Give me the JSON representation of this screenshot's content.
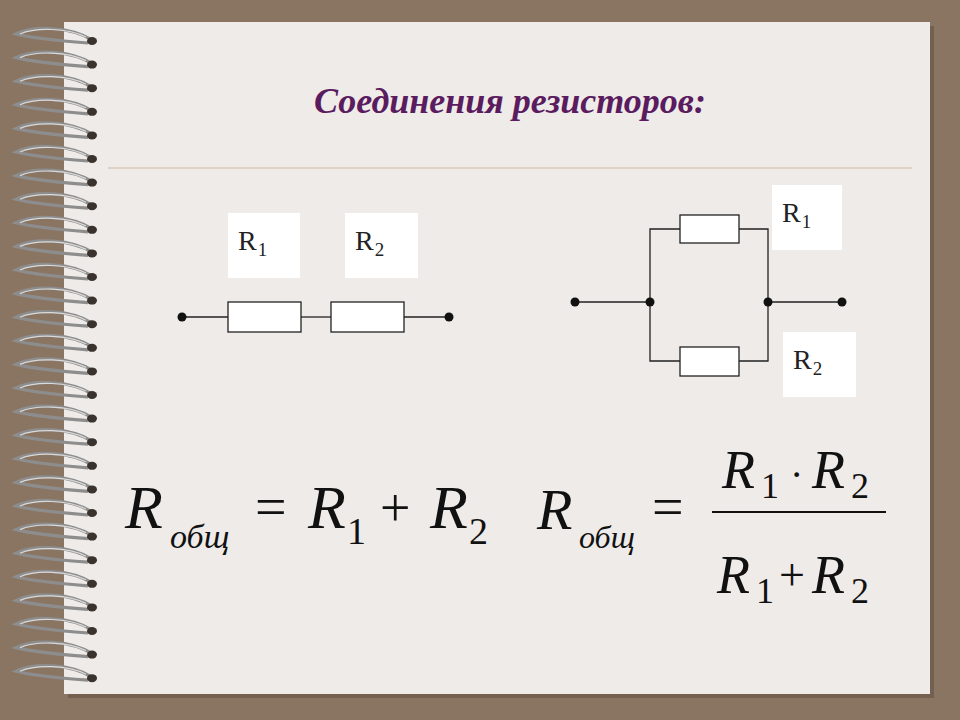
{
  "diagram": {
    "title": "Соединения резисторов:",
    "nodes": [
      {
        "text": [
          "R",
          "1"
        ]
      },
      {
        "text": [
          "R",
          "2"
        ]
      },
      {
        "text": [
          "R",
          "1"
        ]
      },
      {
        "text": [
          "R",
          "2"
        ]
      }
    ],
    "labels": [
      "R",
      "общ",
      "=",
      "R",
      "1",
      "+",
      "R",
      "2",
      "R",
      "общ",
      "=",
      "R",
      "1",
      "·",
      "R",
      "2",
      "R",
      "1",
      "+",
      "R",
      "2"
    ]
  }
}
